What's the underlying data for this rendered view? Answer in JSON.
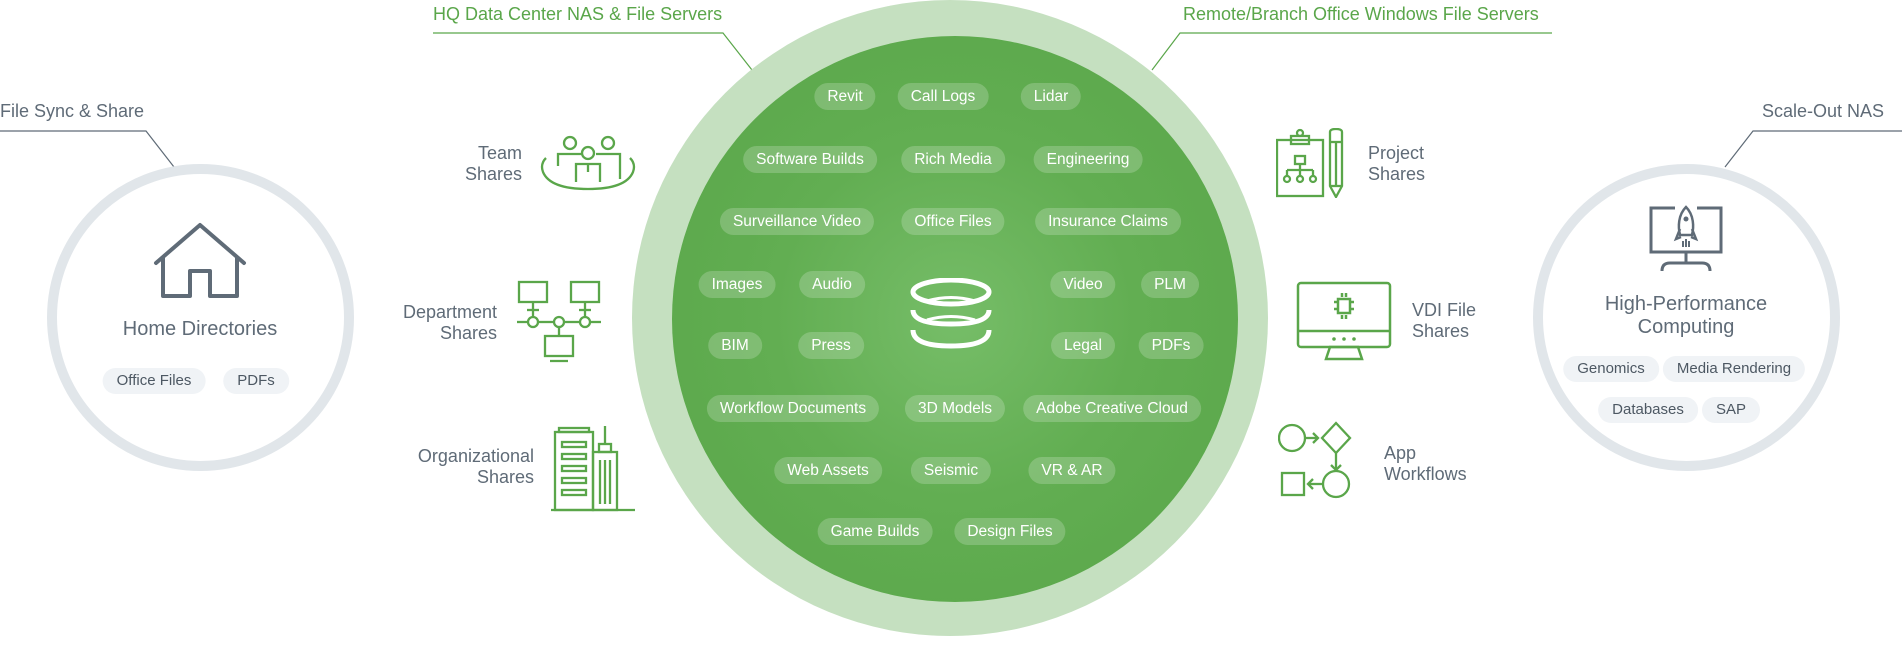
{
  "colors": {
    "green_accent": "#5aa64a",
    "outer_ring_green": "#c5e0c0",
    "inner_circle_green": "#62ae52",
    "gray_text": "#5f6b77",
    "gray_ring": "#e1e6ea",
    "gray_pill_bg": "#f0f3f6"
  },
  "callouts": {
    "file_sync": "File Sync & Share",
    "hq": "HQ Data Center NAS & File Servers",
    "remote": "Remote/Branch Office Windows File Servers",
    "scale_out": "Scale-Out NAS"
  },
  "home_directories": {
    "icon": "house-icon",
    "title": "Home Directories",
    "tags": [
      "Office Files",
      "PDFs"
    ]
  },
  "hpc": {
    "icon": "rocket-monitor-icon",
    "title_line1": "High-Performance",
    "title_line2": "Computing",
    "tags": [
      "Genomics",
      "Media Rendering",
      "Databases",
      "SAP"
    ]
  },
  "left_shares": [
    {
      "line1": "Team",
      "line2": "Shares",
      "icon": "team-icon"
    },
    {
      "line1": "Department",
      "line2": "Shares",
      "icon": "network-icon"
    },
    {
      "line1": "Organizational",
      "line2": "Shares",
      "icon": "building-icon"
    }
  ],
  "right_shares": [
    {
      "line1": "Project",
      "line2": "Shares",
      "icon": "clipboard-pencil-icon"
    },
    {
      "line1": "VDI File",
      "line2": "Shares",
      "icon": "vdi-monitor-icon"
    },
    {
      "line1": "App",
      "line2": "Workflows",
      "icon": "workflow-icon"
    }
  ],
  "center": {
    "icon": "database-icon",
    "tags": [
      "Revit",
      "Call Logs",
      "Lidar",
      "Software Builds",
      "Rich Media",
      "Engineering",
      "Surveillance Video",
      "Office Files",
      "Insurance Claims",
      "Images",
      "Audio",
      "Video",
      "PLM",
      "BIM",
      "Press",
      "Legal",
      "PDFs",
      "Workflow Documents",
      "3D Models",
      "Adobe Creative Cloud",
      "Web Assets",
      "Seismic",
      "VR & AR",
      "Game Builds",
      "Design Files"
    ]
  }
}
